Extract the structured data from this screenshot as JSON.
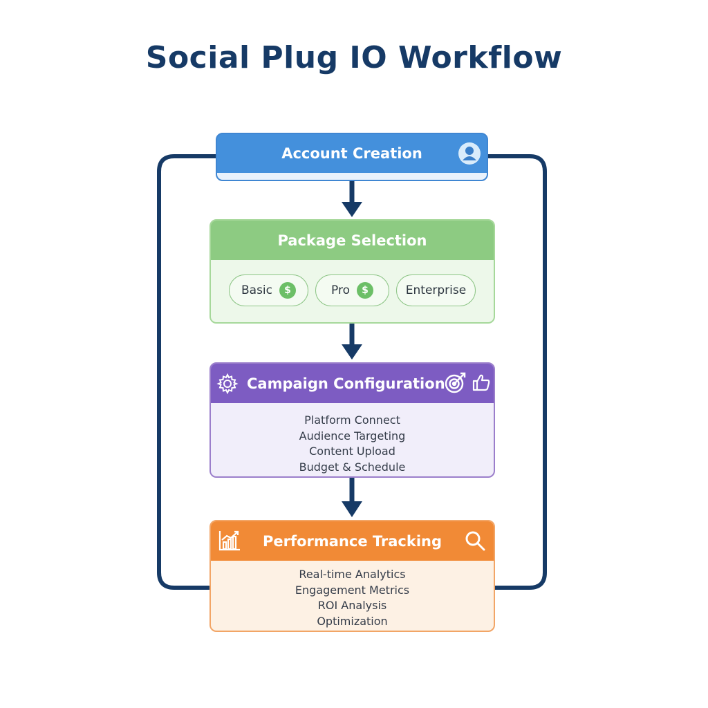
{
  "title": "Social Plug IO Workflow",
  "colors": {
    "title": "#163a66",
    "connector": "#163a66",
    "account": "#4490dc",
    "package": "#8dcb82",
    "campaign": "#7d5cc2",
    "performance": "#f18a36"
  },
  "account": {
    "label": "Account Creation",
    "icon": "user-icon"
  },
  "package": {
    "label": "Package Selection",
    "options": [
      {
        "label": "Basic",
        "icon": "dollar-icon"
      },
      {
        "label": "Pro",
        "icon": "dollar-icon"
      },
      {
        "label": "Enterprise"
      }
    ]
  },
  "campaign": {
    "label": "Campaign Configuration",
    "icons": [
      "gear-icon",
      "target-icon",
      "thumbs-up-icon"
    ],
    "items": [
      "Platform Connect",
      "Audience Targeting",
      "Content Upload",
      "Budget & Schedule"
    ]
  },
  "performance": {
    "label": "Performance Tracking",
    "icons": [
      "chart-icon",
      "search-icon"
    ],
    "items": [
      "Real-time Analytics",
      "Engagement Metrics",
      "ROI Analysis",
      "Optimization"
    ]
  }
}
